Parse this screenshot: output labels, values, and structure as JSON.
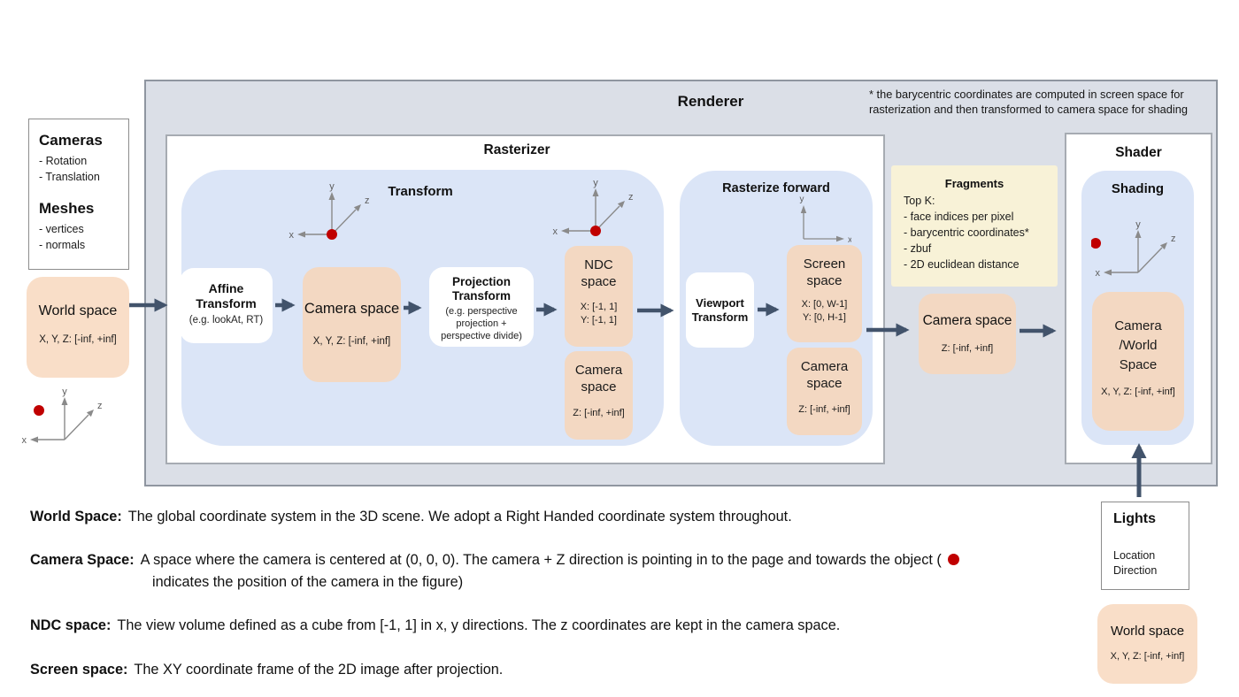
{
  "renderer": {
    "title": "Renderer"
  },
  "note_line1": "* the barycentric coordinates are computed in screen space for",
  "note_line2": "rasterization and then transformed to camera space for shading",
  "inputs_box": {
    "cameras_title": "Cameras",
    "cameras_items": [
      "- Rotation",
      "- Translation"
    ],
    "meshes_title": "Meshes",
    "meshes_items": [
      "- vertices",
      "- normals"
    ]
  },
  "world_space_left": {
    "title": "World space",
    "range": "X, Y, Z: [-inf, +inf]"
  },
  "rasterizer": {
    "title": "Rasterizer",
    "transform": {
      "title": "Transform",
      "affine_title": "Affine Transform",
      "affine_sub": "(e.g. lookAt, RT)",
      "camera_title": "Camera space",
      "camera_range": "X, Y, Z: [-inf, +inf]",
      "projection_title": "Projection Transform",
      "projection_sub": "(e.g. perspective projection + perspective divide)",
      "ndc_title": "NDC space",
      "ndc_range_x": "X: [-1, 1]",
      "ndc_range_y": "Y: [-1, 1]",
      "camera2_title": "Camera space",
      "camera2_range": "Z: [-inf, +inf]"
    },
    "rasterize_forward": {
      "title": "Rasterize forward",
      "viewport_title": "Viewport Transform",
      "screen_title": "Screen space",
      "screen_range_x": "X: [0, W-1]",
      "screen_range_y": "Y: [0, H-1]",
      "camera_title": "Camera space",
      "camera_range": "Z: [-inf, +inf]"
    }
  },
  "fragments": {
    "title": "Fragments",
    "intro": "Top K:",
    "items": [
      "- face indices per pixel",
      "- barycentric coordinates*",
      "- zbuf",
      "- 2D euclidean distance"
    ]
  },
  "fragments_camera": {
    "title": "Camera space",
    "range": "Z: [-inf, +inf]"
  },
  "shader": {
    "title": "Shader",
    "shading_title": "Shading",
    "camera_world_lines": [
      "Camera",
      "/World",
      "Space"
    ],
    "camera_world_range": "X, Y, Z: [-inf, +inf]"
  },
  "lights": {
    "title": "Lights",
    "items": [
      "Location",
      "Direction"
    ]
  },
  "world_space_bottom": {
    "title": "World space",
    "range": "X, Y, Z: [-inf, +inf]"
  },
  "definitions": [
    {
      "term": "World Space:",
      "text": "The global coordinate system in the 3D scene. We adopt a Right Handed coordinate system throughout."
    },
    {
      "term": "Camera Space:",
      "text_before": "A space where the camera is centered at (0, 0, 0). The camera + Z direction is pointing in to the page and towards the object (",
      "text_after": "indicates the position of the camera in the figure)"
    },
    {
      "term": "NDC space:",
      "text": "The view volume defined as a cube from [-1, 1] in x, y directions. The z coordinates are kept in the camera space."
    },
    {
      "term": "Screen space:",
      "text": "The XY coordinate frame of the 2D image after projection."
    }
  ],
  "axes": {
    "x": "x",
    "y": "y",
    "z": "z"
  },
  "colors": {
    "outer_bg": "#dbdfe7",
    "blue_panel": "#dbe5f7",
    "peach": "#f9dec8",
    "peach_deep": "#f3d8c2",
    "yellow": "#f8f2d7",
    "arrow": "#42536b",
    "camera_dot": "#c00000",
    "axis": "#8a8a8a"
  }
}
